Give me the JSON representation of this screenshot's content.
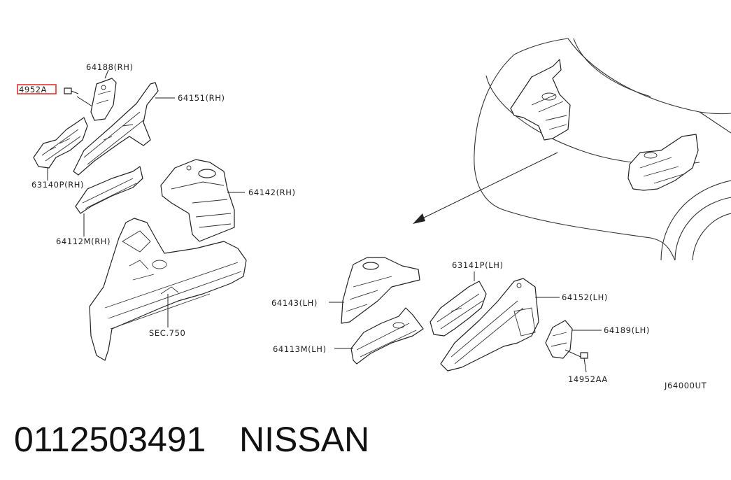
{
  "labels": {
    "p14952a_top": "4952A",
    "p64188": "64188(RH)",
    "p64151": "64151(RH)",
    "p63140p": "63140P(RH)",
    "p64142": "64142(RH)",
    "p64112m": "64112M(RH)",
    "sec750": "SEC.750",
    "p63141p": "63141P(LH)",
    "p64143": "64143(LH)",
    "p64152": "64152(LH)",
    "p64189": "64189(LH)",
    "p64113m": "64113M(LH)",
    "p14952aa": "14952AA",
    "diagram_code": "J64000UT"
  },
  "footer": {
    "part_number": "0112503491",
    "brand": "NISSAN"
  },
  "colors": {
    "highlight": "#e0312f",
    "line": "#222222"
  }
}
